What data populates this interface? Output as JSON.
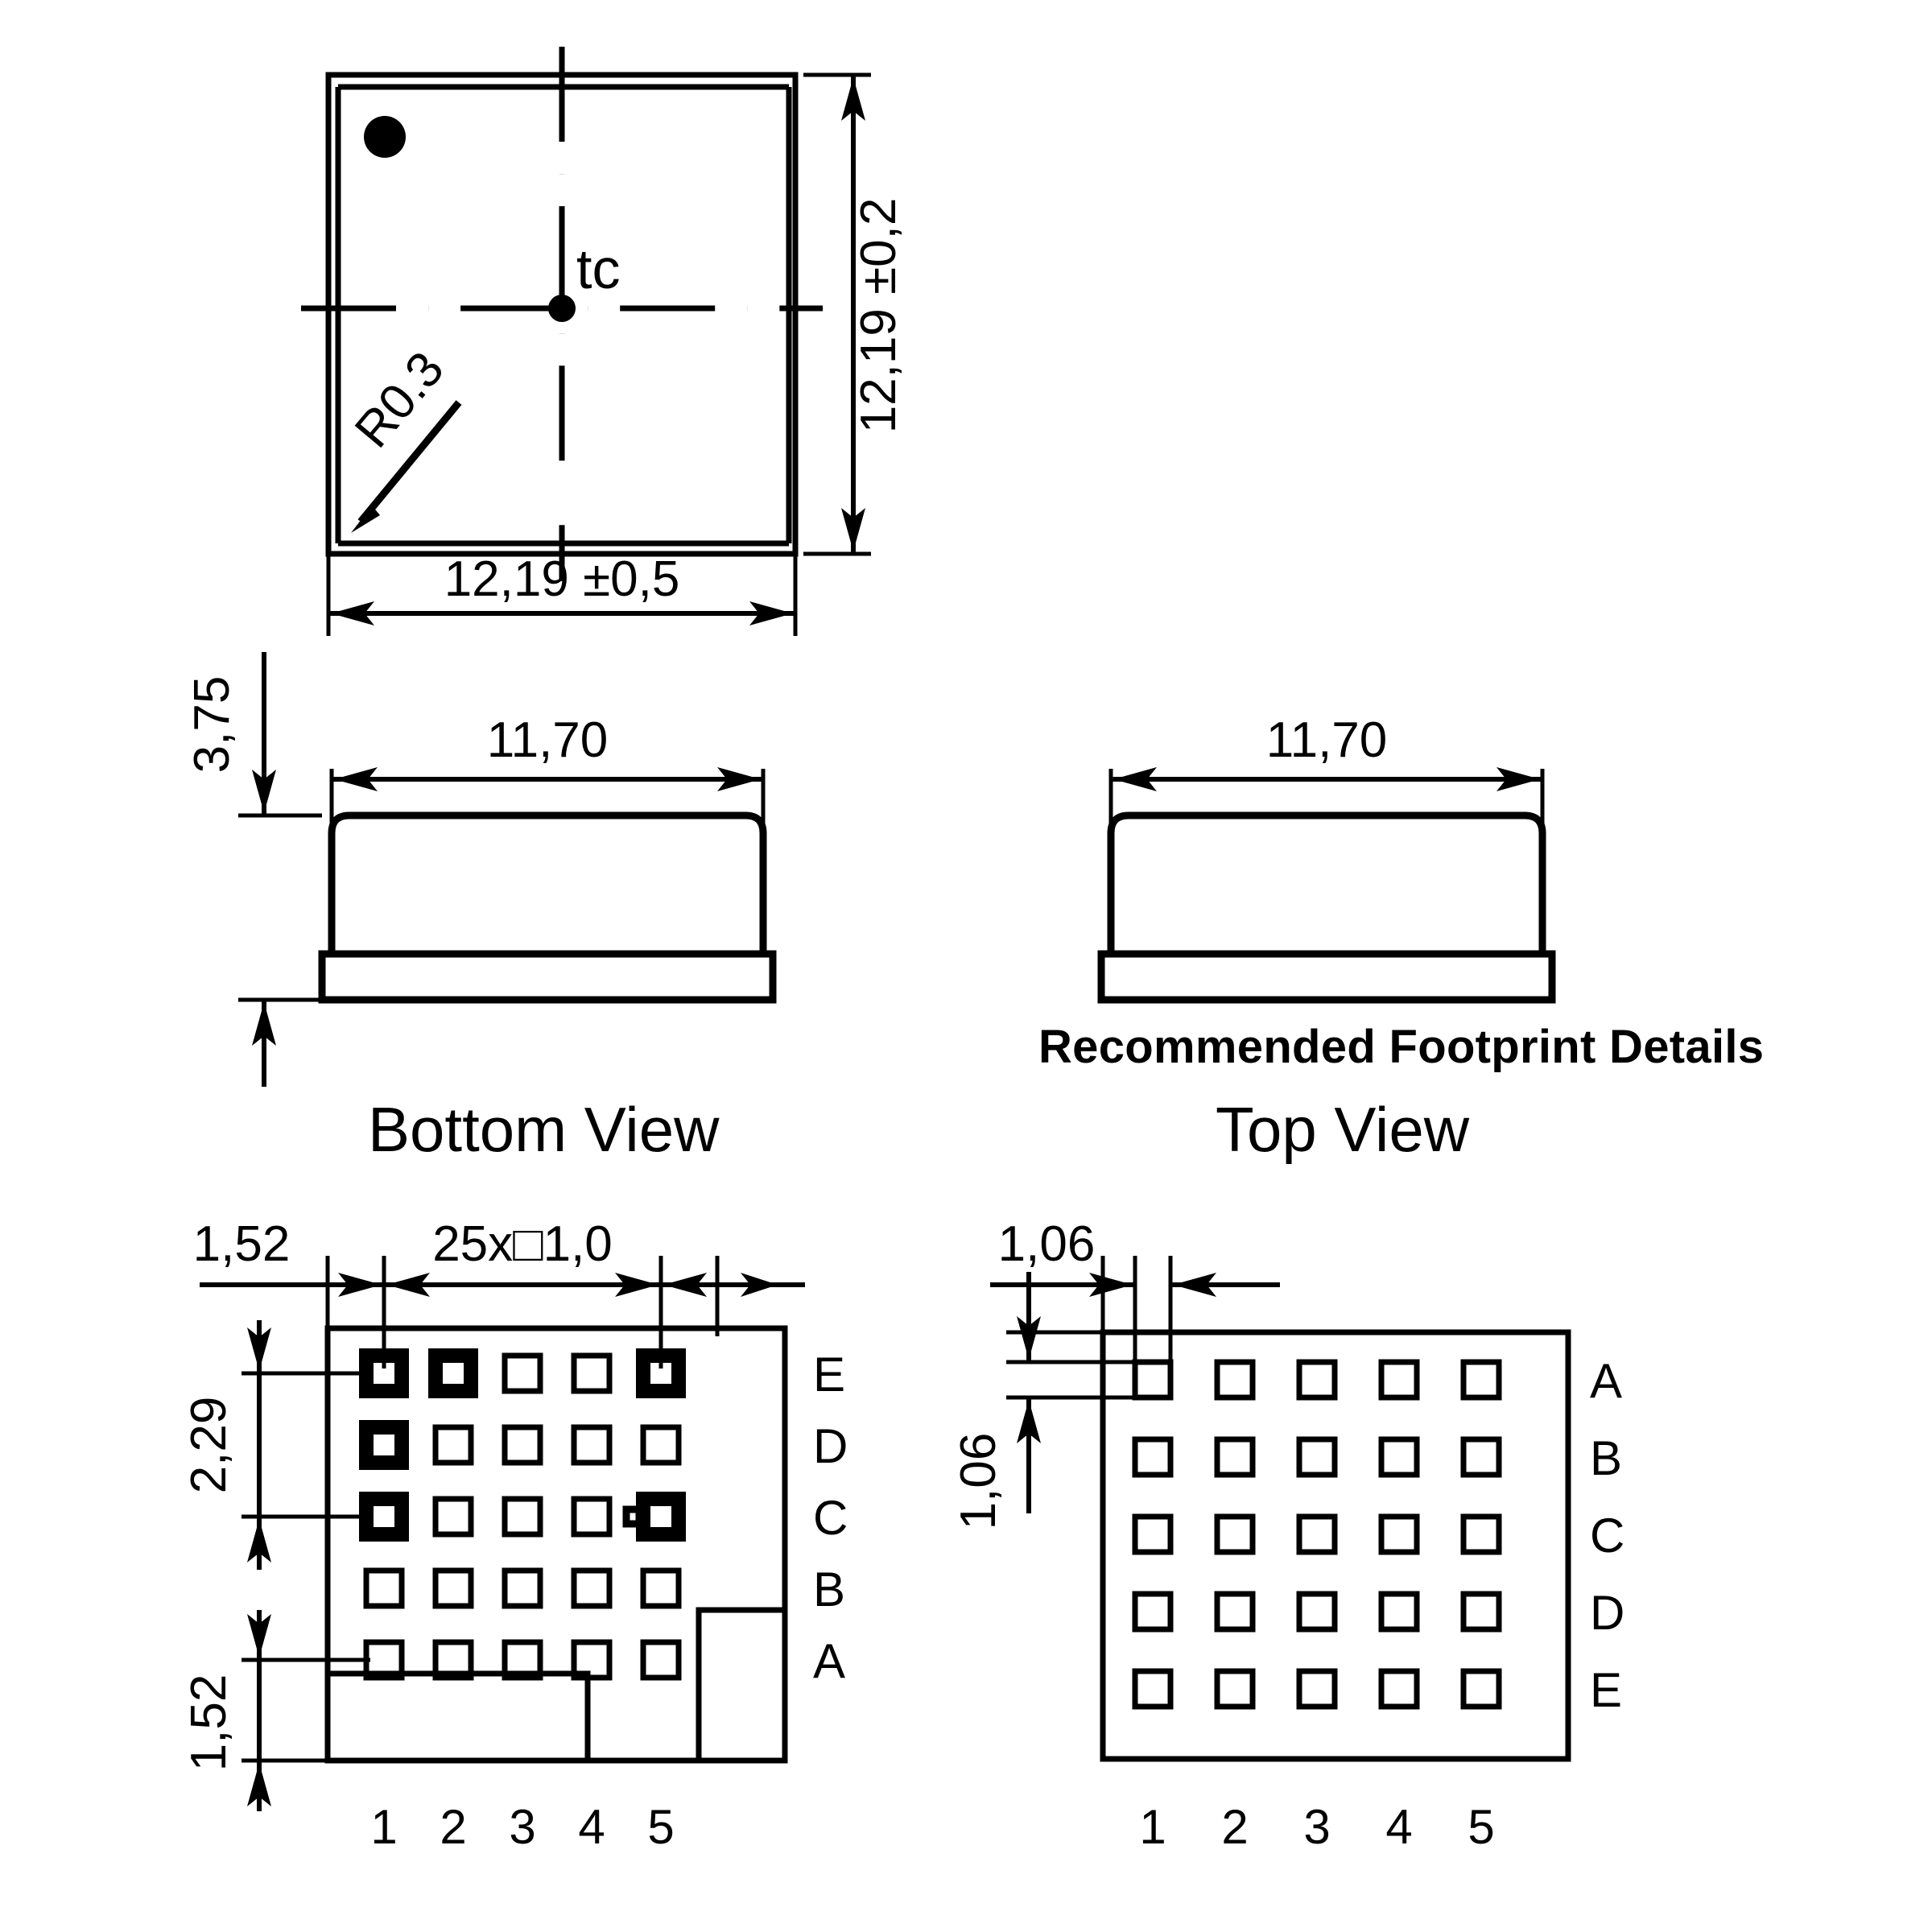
{
  "drawing": {
    "top_package": {
      "center_label": "tc",
      "corner_radius_label": "R0.3",
      "width_dim": "12,19 ±0,5",
      "height_dim": "12,19 ±0,2"
    },
    "side_view_left": {
      "height_dim": "3,75",
      "width_dim": "11,70"
    },
    "side_view_right": {
      "width_dim": "11,70",
      "caption": "Recommended Footprint Details"
    },
    "bottom_view": {
      "title": "Bottom View",
      "dim_edge_left": "1,52",
      "dim_pitch": "25x□1,0",
      "dim_row_pitch": "2,29",
      "dim_edge_bottom": "1,52",
      "row_labels": [
        "E",
        "D",
        "C",
        "B",
        "A"
      ],
      "col_labels": [
        "1",
        "2",
        "3",
        "4",
        "5"
      ],
      "bold_pads": [
        "E1",
        "E2",
        "E5",
        "D1",
        "C1",
        "C5"
      ],
      "tab_pad": "C5"
    },
    "top_view": {
      "title": "Top View",
      "dim_edge_horizontal": "1,06",
      "dim_edge_vertical": "1,06",
      "row_labels": [
        "A",
        "B",
        "C",
        "D",
        "E"
      ],
      "col_labels": [
        "1",
        "2",
        "3",
        "4",
        "5"
      ]
    },
    "colors": {
      "line": "#000000",
      "background": "#ffffff"
    }
  }
}
